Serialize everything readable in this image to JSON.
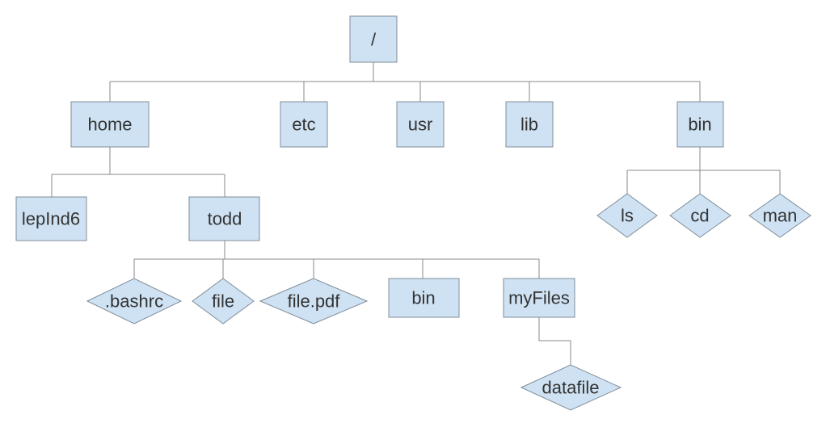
{
  "tree": {
    "root": {
      "label": "/",
      "shape": "folder"
    },
    "dirs": {
      "home": {
        "label": "home",
        "shape": "folder"
      },
      "etc": {
        "label": "etc",
        "shape": "folder"
      },
      "usr": {
        "label": "usr",
        "shape": "folder"
      },
      "lib": {
        "label": "lib",
        "shape": "folder"
      },
      "bin_top": {
        "label": "bin",
        "shape": "folder"
      },
      "lepind6": {
        "label": "lepInd6",
        "shape": "folder"
      },
      "todd": {
        "label": "todd",
        "shape": "folder"
      },
      "bin_todd": {
        "label": "bin",
        "shape": "folder"
      },
      "myfiles": {
        "label": "myFiles",
        "shape": "folder"
      }
    },
    "files": {
      "ls": {
        "label": "ls",
        "shape": "file"
      },
      "cd": {
        "label": "cd",
        "shape": "file"
      },
      "man": {
        "label": "man",
        "shape": "file"
      },
      "bashrc": {
        "label": ".bashrc",
        "shape": "file"
      },
      "file": {
        "label": "file",
        "shape": "file"
      },
      "filepdf": {
        "label": "file.pdf",
        "shape": "file"
      },
      "datafile": {
        "label": "datafile",
        "shape": "file"
      }
    }
  },
  "colors": {
    "node_fill": "#cfe2f3",
    "node_stroke": "#7f8c99",
    "connector": "#8a8a8a",
    "text": "#333333"
  }
}
